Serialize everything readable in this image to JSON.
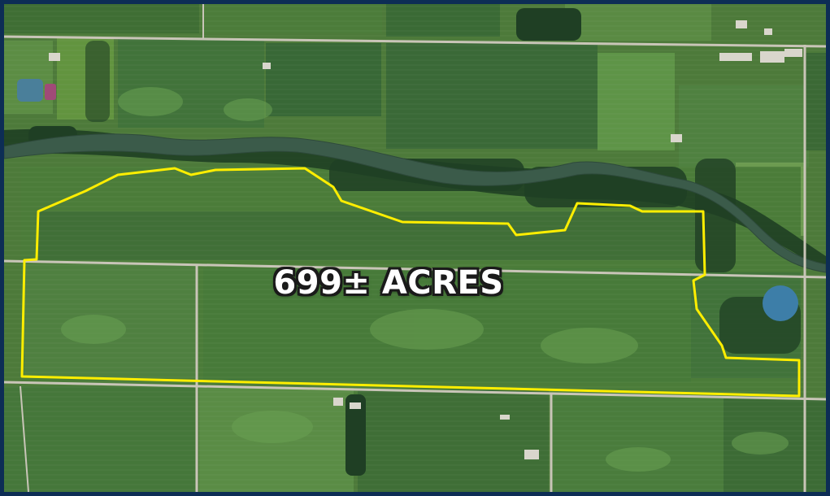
{
  "map": {
    "acreage_label": "699± ACRES"
  },
  "colors": {
    "frame_border": "#0d2d55",
    "boundary_line": "#ffee00",
    "label_text": "#ffffff",
    "label_outline": "#1a1a1a",
    "field_green": "#4f7a3c",
    "river_water": "#3b5b4a",
    "pond_water": "#3d7ea8",
    "road": "#c9c5b8"
  },
  "icons": [
    "property-boundary-outline",
    "river",
    "pond",
    "farm-buildings"
  ]
}
